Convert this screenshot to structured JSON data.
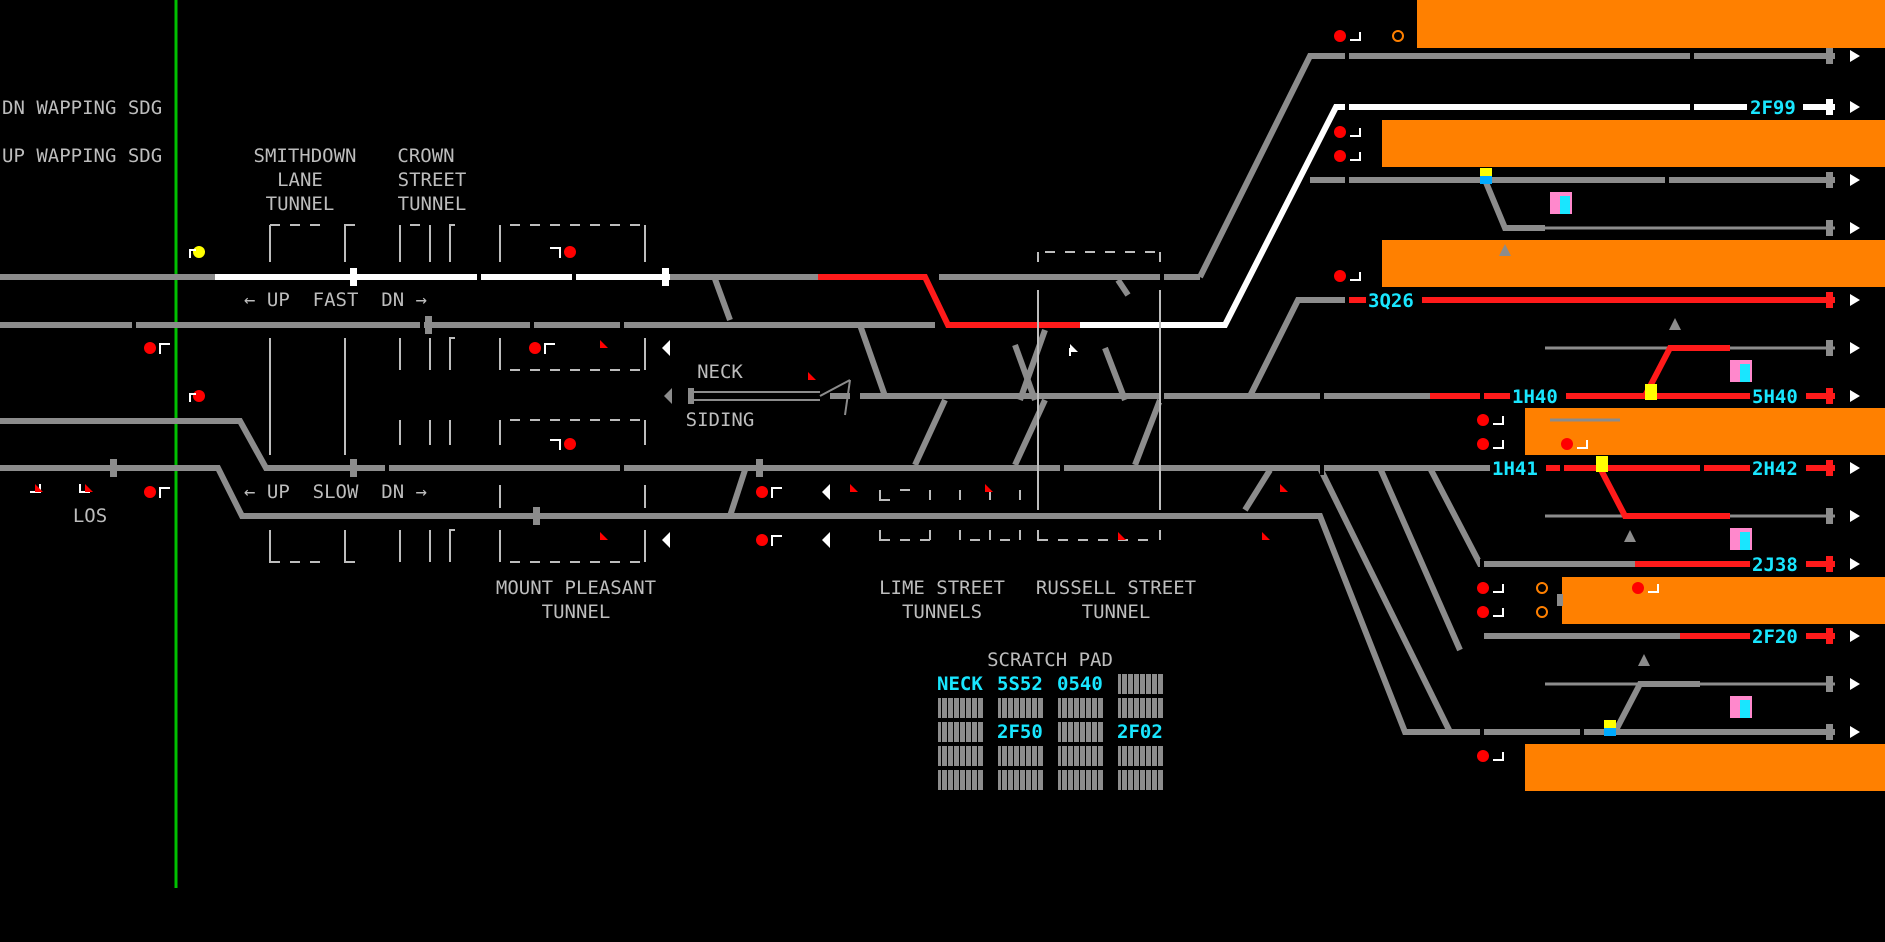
{
  "colors": {
    "background": "#000000",
    "track": "#8c8c8c",
    "route_set": "#ffffff",
    "occupied": "#ff1a1a",
    "platform": "#ff8000",
    "signal_red": "#ff0000",
    "signal_yellow": "#ffff00",
    "headcode": "#19e6ff",
    "boundary": "#00c000",
    "label": "#bdbdbd"
  },
  "labels": {
    "dn_wapping": "DN WAPPING SDG",
    "up_wapping": "UP WAPPING SDG",
    "smithdown_1": "SMITHDOWN",
    "smithdown_2": "LANE",
    "smithdown_3": "TUNNEL",
    "crown_1": "CROWN",
    "crown_2": "STREET",
    "crown_3": "TUNNEL",
    "up_fast": "← UP  FAST  DN →",
    "up_slow": "← UP  SLOW  DN →",
    "neck": "NECK",
    "siding": "SIDING",
    "mount_pleasant_1": "MOUNT PLEASANT",
    "mount_pleasant_2": "TUNNEL",
    "lime_street_1": "LIME STREET",
    "lime_street_2": "TUNNELS",
    "russell_street_1": "RUSSELL STREET",
    "russell_street_2": "TUNNEL",
    "los": "LOS"
  },
  "headcodes": {
    "p2": "2F99",
    "p5": "3Q26",
    "p7a": "1H40",
    "p7b": "5H40",
    "p8a": "1H41",
    "p8b": "2H42",
    "p10": "2J38",
    "p12": "2F20"
  },
  "scratch_pad": {
    "title": "SCRATCH PAD",
    "row1": [
      "NECK",
      "5S52",
      "0540",
      ""
    ],
    "row2": [
      "",
      "2F50",
      "",
      "2F02"
    ]
  }
}
